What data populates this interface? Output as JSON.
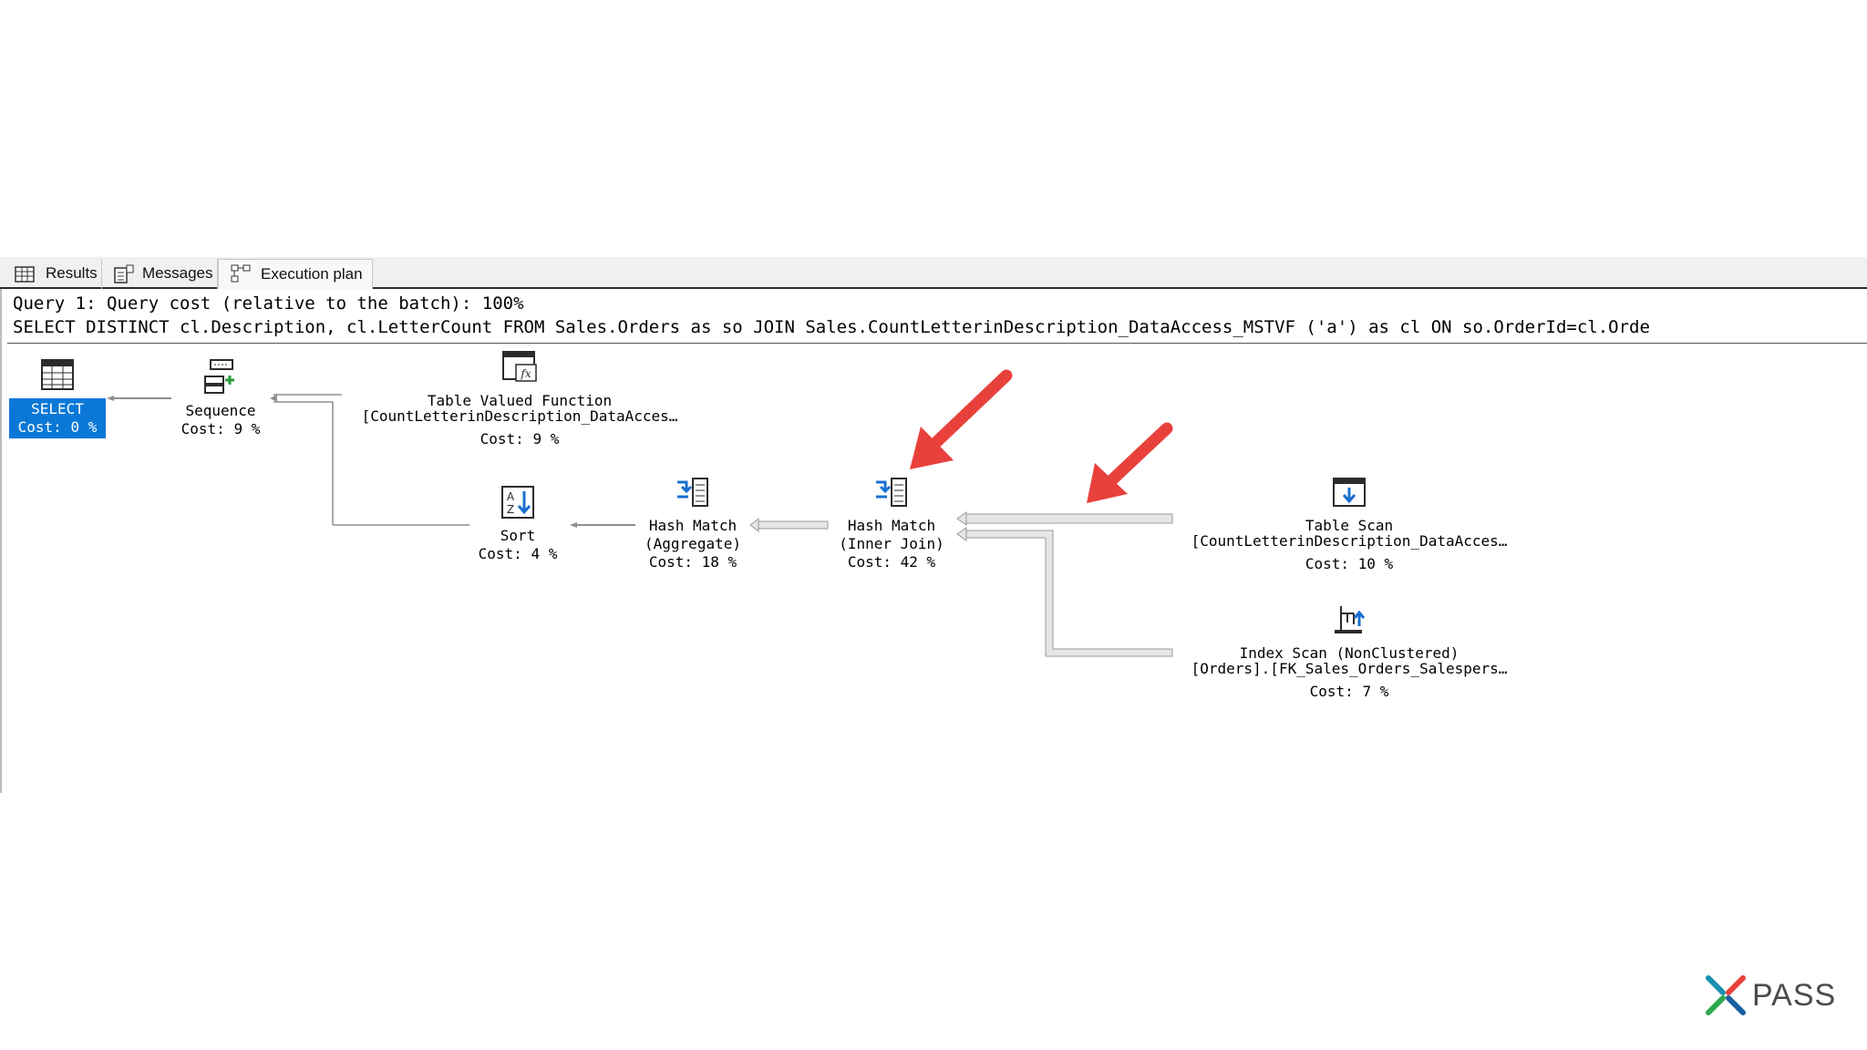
{
  "tabs": [
    {
      "label": "Results",
      "icon": "grid-icon",
      "active": false
    },
    {
      "label": "Messages",
      "icon": "messages-icon",
      "active": false
    },
    {
      "label": "Execution plan",
      "icon": "execution-plan-icon",
      "active": true
    }
  ],
  "query": {
    "header": "Query 1: Query cost (relative to the batch): 100%",
    "sql": "SELECT DISTINCT cl.Description, cl.LetterCount FROM Sales.Orders as so JOIN Sales.CountLetterinDescription_DataAccess_MSTVF ('a') as cl ON so.OrderId=cl.Orde"
  },
  "plan": {
    "select": {
      "name": "SELECT",
      "cost": "Cost: 0 %",
      "icon": "select-results-icon",
      "selected_color": "#0b78d7"
    },
    "sequence": {
      "name": "Sequence",
      "cost": "Cost: 9 %",
      "icon": "sequence-icon"
    },
    "tvf": {
      "line1": "Table Valued Function",
      "line2": "[CountLetterinDescription_DataAcces…",
      "cost": "Cost: 9 %",
      "icon": "table-valued-function-icon"
    },
    "sort": {
      "name": "Sort",
      "cost": "Cost: 4 %",
      "icon": "sort-icon"
    },
    "hash_agg": {
      "line1": "Hash Match",
      "line2": "(Aggregate)",
      "cost": "Cost: 18 %",
      "icon": "hash-match-icon"
    },
    "hash_join": {
      "line1": "Hash Match",
      "line2": "(Inner Join)",
      "cost": "Cost: 42 %",
      "icon": "hash-match-icon"
    },
    "table_scan": {
      "line1": "Table Scan",
      "line2": "[CountLetterinDescription_DataAcces…",
      "cost": "Cost: 10 %",
      "icon": "table-scan-icon"
    },
    "index_scan": {
      "line1": "Index Scan (NonClustered)",
      "line2": "[Orders].[FK_Sales_Orders_Salespers…",
      "cost": "Cost: 7 %",
      "icon": "index-scan-icon"
    }
  },
  "annotation_color": "#e8413c",
  "logo": {
    "text": "PASS",
    "icon": "pass-logo-icon"
  }
}
